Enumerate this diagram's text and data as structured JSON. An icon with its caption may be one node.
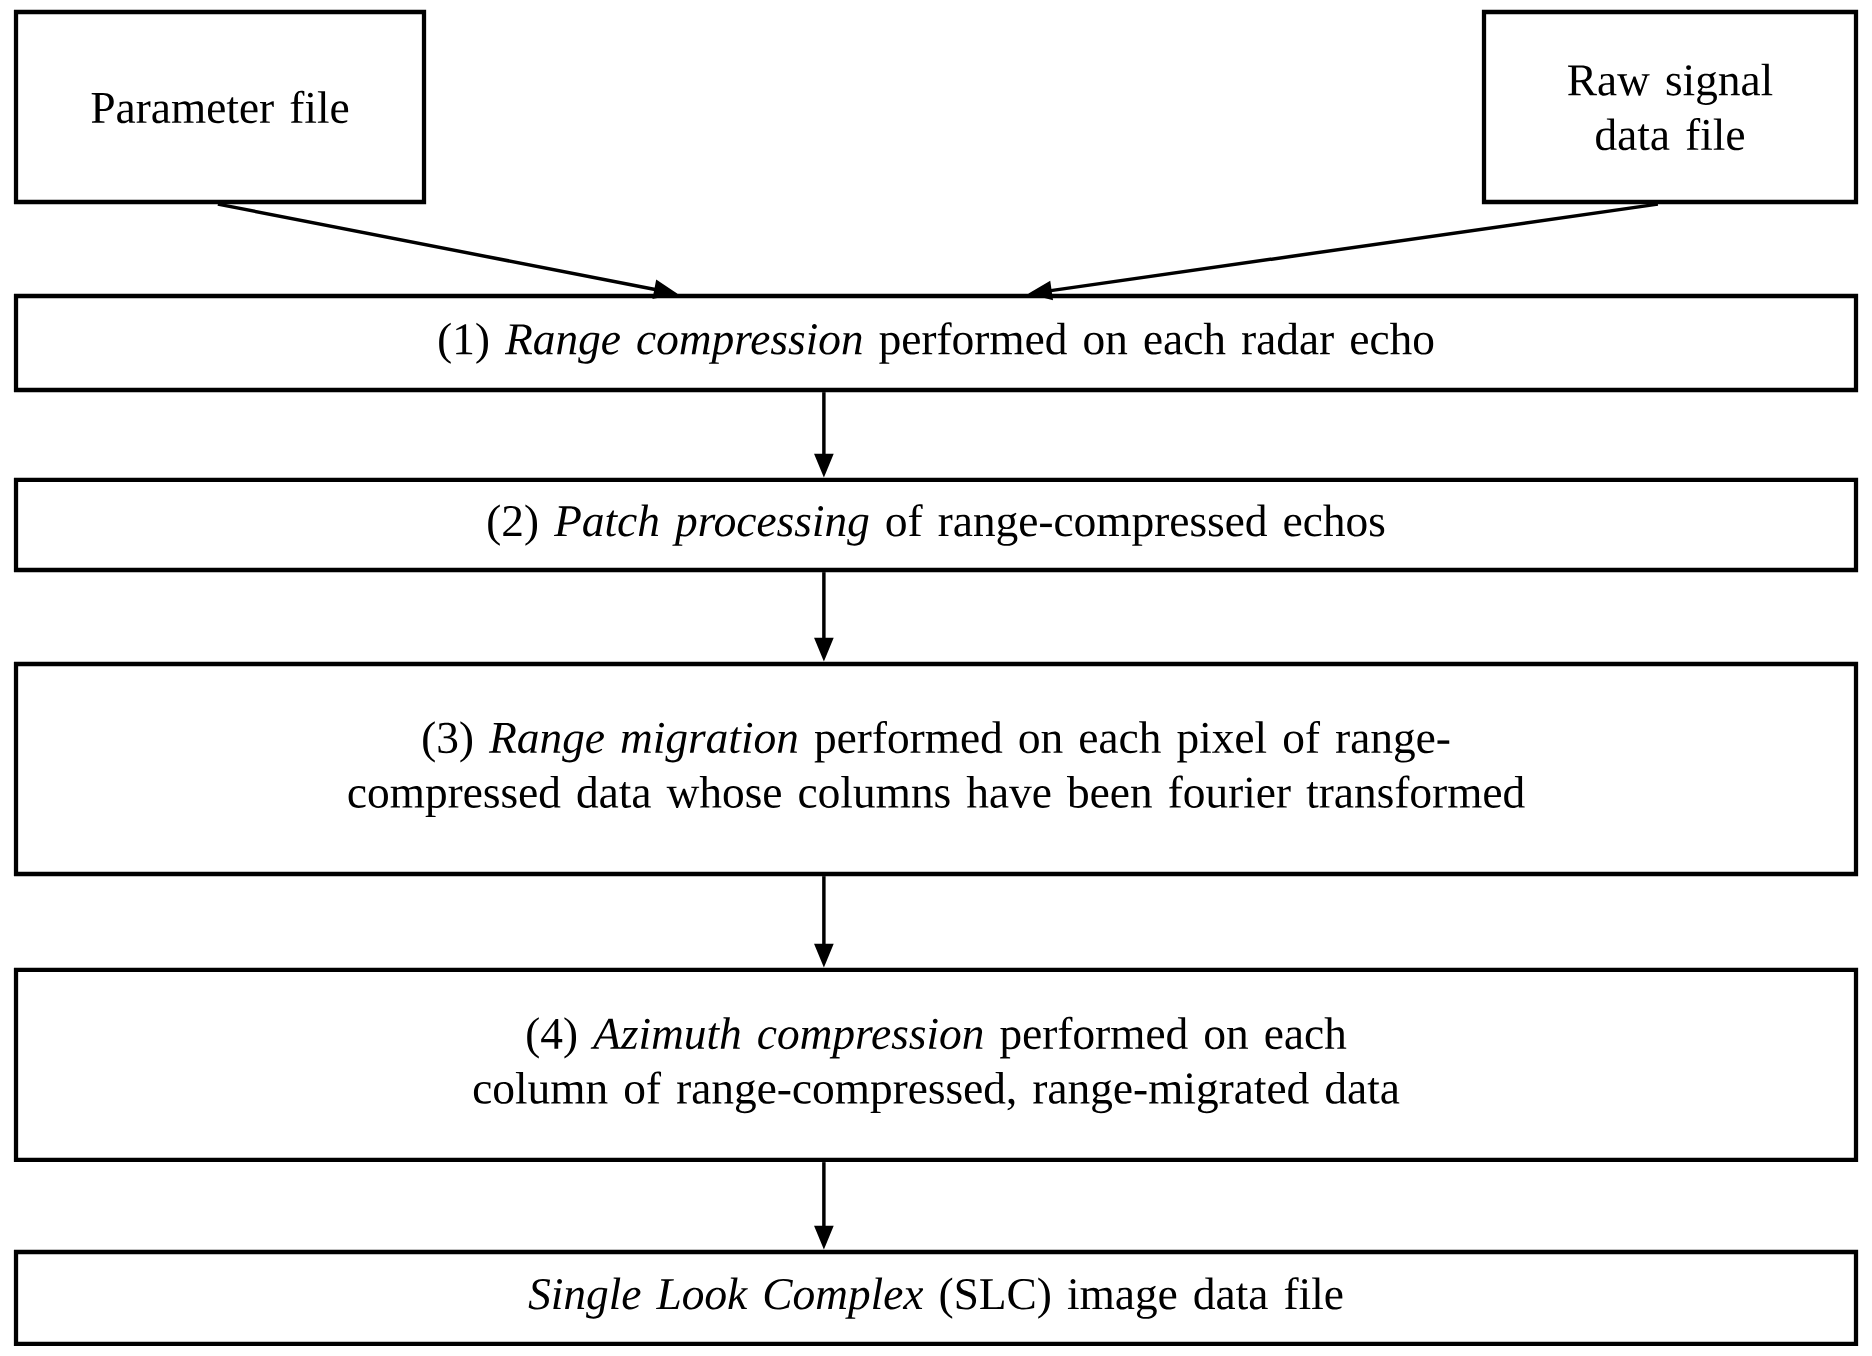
{
  "diagram": {
    "nodes": [
      {
        "text": [
          "Parameter file"
        ]
      },
      {
        "text": [
          "Raw signal data file"
        ]
      },
      {
        "text": [
          "(1) *Range compression* performed on each radar echo"
        ]
      },
      {
        "text": [
          "(2) *Patch processing* of range-compressed echos"
        ]
      },
      {
        "text": [
          "(3) *Range migration* performed on each pixel of range-compressed data whose columns have been fourier transformed"
        ]
      },
      {
        "text": [
          "(4) *Azimuth compression* performed on each column of range-compressed, range-migrated data"
        ]
      },
      {
        "text": [
          "*Single Look Complex* (SLC) image data file"
        ]
      }
    ],
    "edges": [
      {
        "from": 0,
        "to": 2,
        "arrow": "to"
      },
      {
        "from": 1,
        "to": 2,
        "arrow": "to"
      },
      {
        "from": 2,
        "to": 3,
        "arrow": "to"
      },
      {
        "from": 3,
        "to": 4,
        "arrow": "to"
      },
      {
        "from": 4,
        "to": 5,
        "arrow": "to"
      },
      {
        "from": 5,
        "to": 6,
        "arrow": "to"
      }
    ]
  }
}
